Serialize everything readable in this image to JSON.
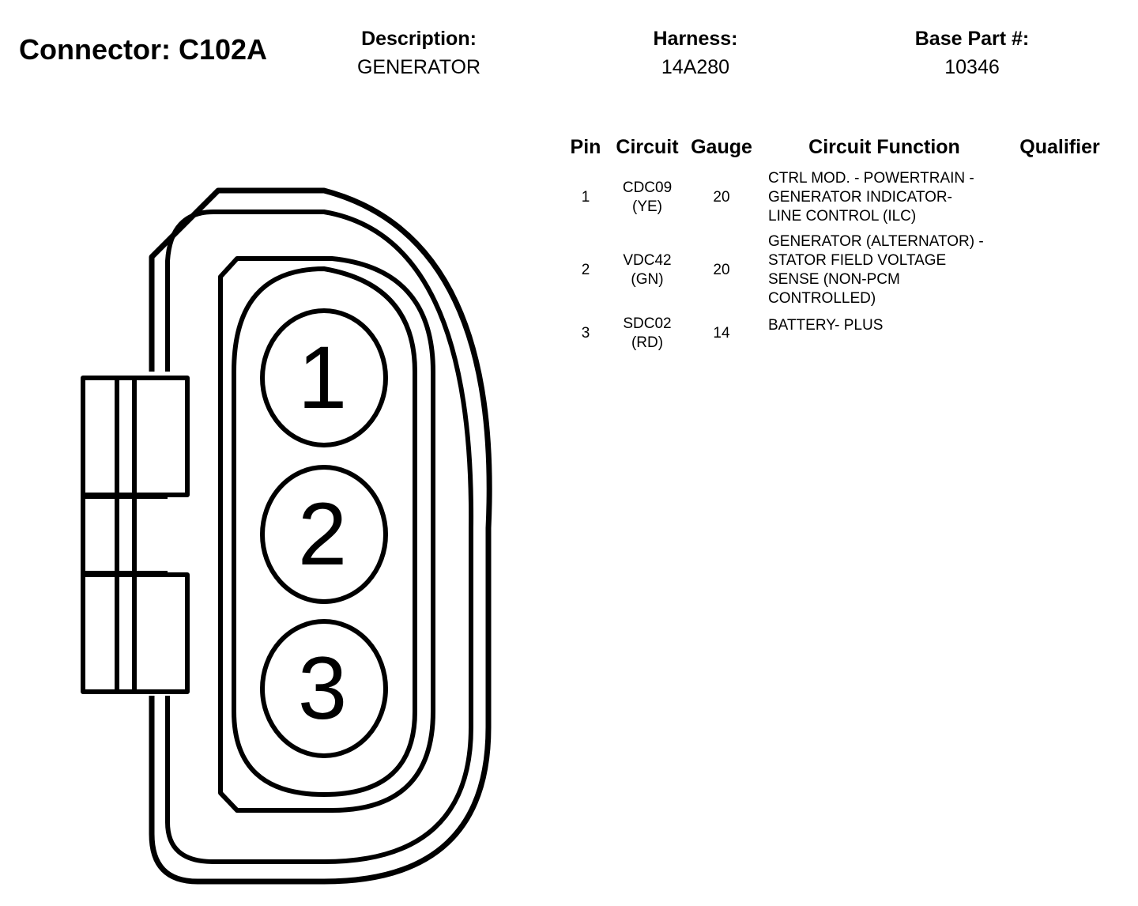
{
  "header": {
    "connector_label": "Connector: C102A",
    "description_label": "Description:",
    "description_value": "GENERATOR",
    "harness_label": "Harness:",
    "harness_value": "14A280",
    "base_part_label": "Base Part #:",
    "base_part_value": "10346"
  },
  "table": {
    "headers": {
      "pin": "Pin",
      "circuit": "Circuit",
      "gauge": "Gauge",
      "function": "Circuit Function",
      "qualifier": "Qualifier"
    },
    "rows": [
      {
        "pin": "1",
        "circuit": "CDC09",
        "color": "(YE)",
        "gauge": "20",
        "function_lines": [
          "CTRL MOD. - POWERTRAIN -",
          "GENERATOR INDICATOR-",
          "LINE CONTROL (ILC)"
        ],
        "qualifier": ""
      },
      {
        "pin": "2",
        "circuit": "VDC42",
        "color": "(GN)",
        "gauge": "20",
        "function_lines": [
          "GENERATOR (ALTERNATOR) -",
          "STATOR FIELD VOLTAGE",
          "SENSE (NON-PCM",
          "CONTROLLED)"
        ],
        "qualifier": ""
      },
      {
        "pin": "3",
        "circuit": "SDC02",
        "color": "(RD)",
        "gauge": "14",
        "function_lines": [
          "BATTERY- PLUS"
        ],
        "qualifier": ""
      }
    ]
  },
  "connector_pins": [
    "1",
    "2",
    "3"
  ]
}
